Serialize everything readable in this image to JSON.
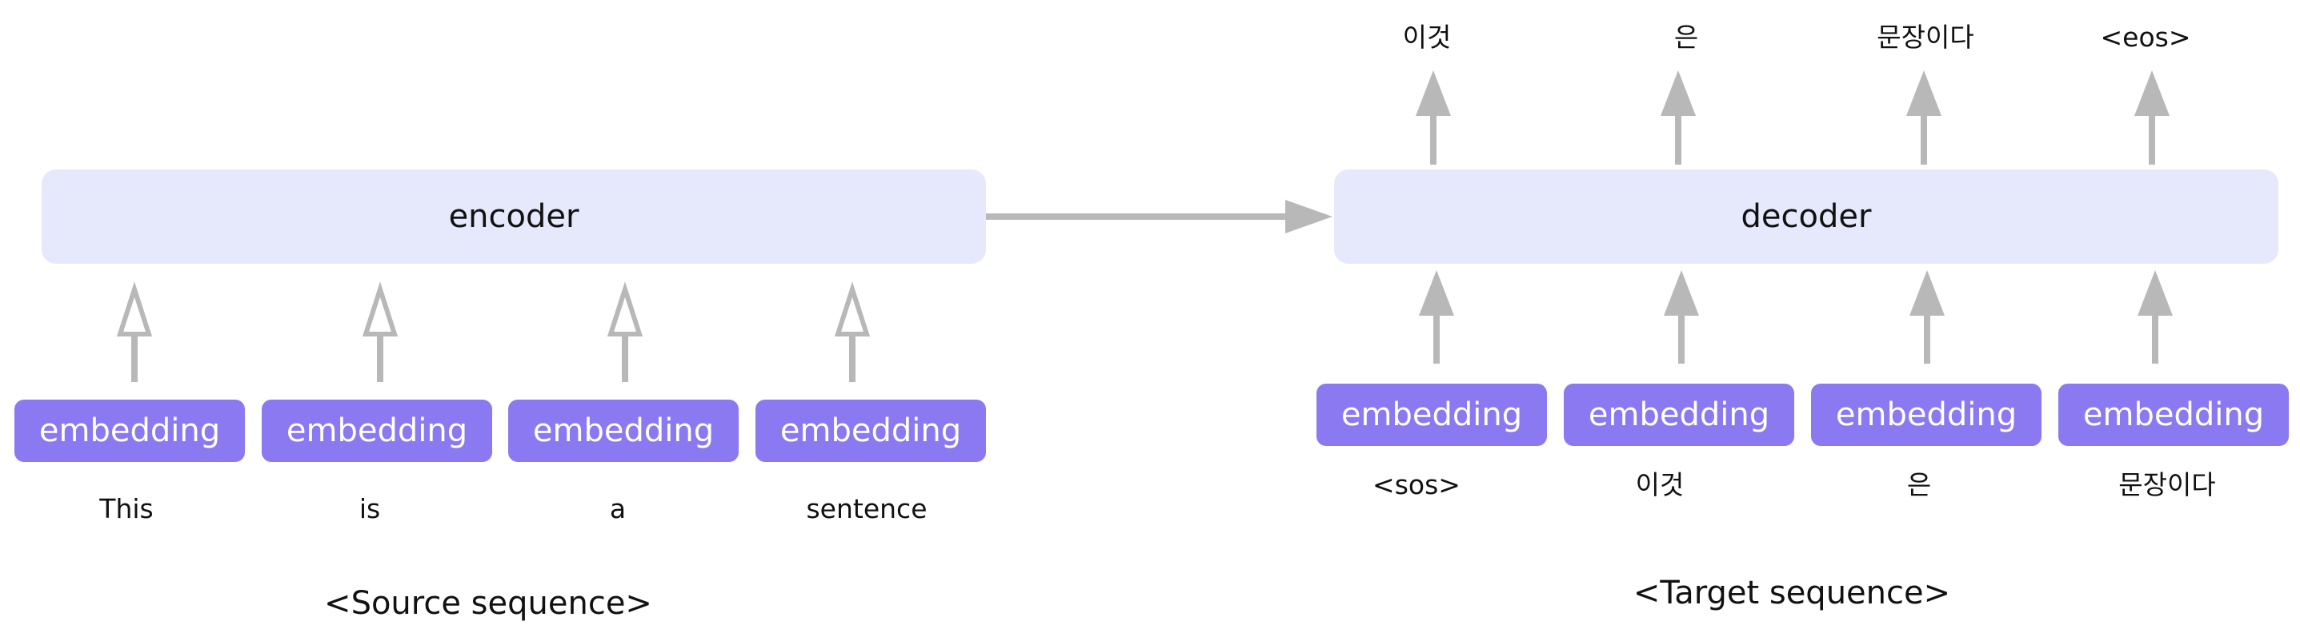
{
  "encoder": {
    "label": "encoder",
    "tokens": [
      {
        "embedding": "embedding",
        "word": "This"
      },
      {
        "embedding": "embedding",
        "word": "is"
      },
      {
        "embedding": "embedding",
        "word": "a"
      },
      {
        "embedding": "embedding",
        "word": "sentence"
      }
    ],
    "caption": "<Source sequence>"
  },
  "decoder": {
    "label": "decoder",
    "inputs": [
      {
        "embedding": "embedding",
        "word": "<sos>"
      },
      {
        "embedding": "embedding",
        "word": "이것"
      },
      {
        "embedding": "embedding",
        "word": "은"
      },
      {
        "embedding": "embedding",
        "word": "문장이다"
      }
    ],
    "outputs": [
      "이것",
      "은",
      "문장이다",
      "<eos>"
    ],
    "caption": "<Target sequence>"
  },
  "colors": {
    "block_fill": "#e6e8fc",
    "embedding_fill": "#8b79f2",
    "arrow": "#b8b8b8"
  }
}
